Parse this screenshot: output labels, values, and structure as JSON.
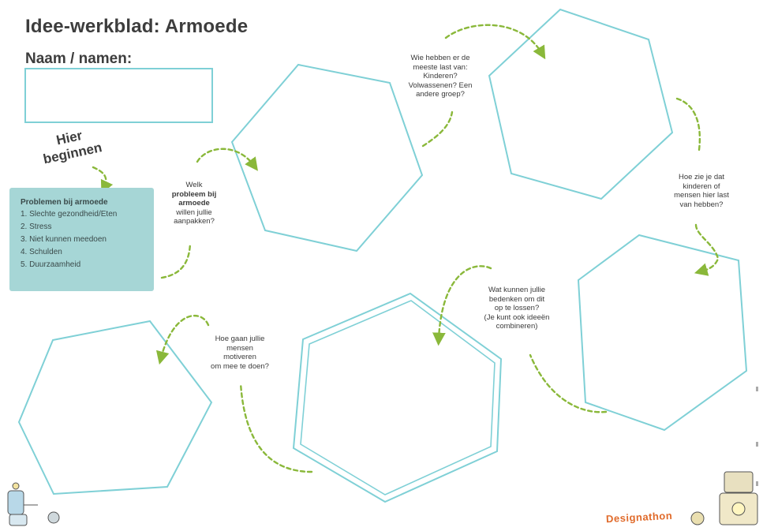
{
  "header": {
    "title": "Idee-werkblad: Armoede",
    "name_label": "Naam / namen:",
    "start_label_line1": "Hier",
    "start_label_line2": "beginnen"
  },
  "problems": {
    "title": "Problemen bij armoede",
    "items": [
      "1.  Slechte gezondheid/Eten",
      "2.  Stress",
      "3.  Niet kunnen meedoen",
      "4. Schulden",
      "5. Duurzaamheid"
    ]
  },
  "questions": {
    "q1": {
      "line1": "Welk",
      "bold1": "probleem bij",
      "bold2": "armoede",
      "line4": "willen jullie",
      "line5": "aanpakken?"
    },
    "q2": [
      "Wie hebben er de",
      "meeste last van:",
      "Kinderen?",
      "Volwassenen? Een",
      "andere groep?"
    ],
    "q3": [
      "Hoe zie je dat",
      "kinderen of",
      "mensen hier last",
      "van hebben?"
    ],
    "q4": [
      "Wat kunnen jullie",
      "bedenken om dit",
      "op te lossen?",
      "(Je kunt ook ideeën",
      "combineren)"
    ],
    "q5": [
      "Hoe gaan jullie",
      "mensen",
      "motiveren",
      "om mee te doen?"
    ]
  },
  "logo": {
    "text": "Designathon"
  },
  "colors": {
    "hexagon_stroke": "#7fd0d6",
    "arrow": "#8ab83a",
    "problems_bg": "#a6d6d6",
    "logo": "#e06a2a"
  }
}
